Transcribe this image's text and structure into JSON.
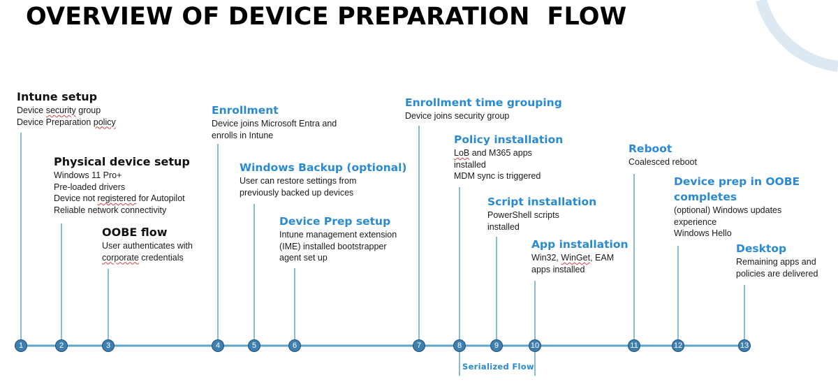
{
  "title": "OVERVIEW OF DEVICE PREPARATION  FLOW",
  "steps": [
    {
      "number": "1",
      "title": "Intune setup",
      "lines": [
        "Device security group",
        "Device Preparation policy"
      ]
    },
    {
      "number": "2",
      "title": "Physical device setup",
      "lines": [
        "Windows 11 Pro+",
        "Pre-loaded drivers",
        "Device not registered for Autopilot",
        "Reliable network connectivity"
      ]
    },
    {
      "number": "3",
      "title": "OOBE flow",
      "lines": [
        "User authenticates with",
        "corporate credentials"
      ]
    },
    {
      "number": "4",
      "title": "Enrollment",
      "lines": [
        "Device joins Microsoft Entra and",
        "enrolls in Intune"
      ]
    },
    {
      "number": "5",
      "title": "Windows Backup (optional)",
      "lines": [
        "User can restore settings from",
        "previously backed up devices"
      ]
    },
    {
      "number": "6",
      "title": "Device Prep setup",
      "lines": [
        "Intune management extension",
        "(IME) installed bootstrapper",
        "agent set up"
      ]
    },
    {
      "number": "7",
      "title": "Enrollment time grouping",
      "lines": [
        "Device joins security group"
      ]
    },
    {
      "number": "8",
      "title": "Policy installation",
      "lines": [
        "LoB and M365 apps",
        "installed",
        "MDM sync is triggered"
      ]
    },
    {
      "number": "9",
      "title": "Script installation",
      "lines": [
        "PowerShell scripts",
        "installed"
      ]
    },
    {
      "number": "10",
      "title": "App installation",
      "lines": [
        "Win32,  WinGet, EAM",
        "apps installed"
      ]
    },
    {
      "number": "11",
      "title": "Reboot",
      "lines": [
        "Coalesced reboot"
      ]
    },
    {
      "number": "12",
      "title": "Device prep in OOBE completes",
      "lines": [
        "(optional) Windows updates",
        "experience",
        "Windows Hello"
      ]
    },
    {
      "number": "13",
      "title": "Desktop",
      "lines": [
        "Remaining apps and",
        "policies are delivered"
      ]
    }
  ],
  "serialized_label": "Serialized  Flow",
  "colors": {
    "timeline": "#5ea5cc",
    "marker_fill": "#3f7fb0",
    "marker_border": "#1e4f77",
    "blue_heading": "#2a8ad0",
    "dark_heading": "#111111",
    "decor_arc": "#dde9f2"
  }
}
